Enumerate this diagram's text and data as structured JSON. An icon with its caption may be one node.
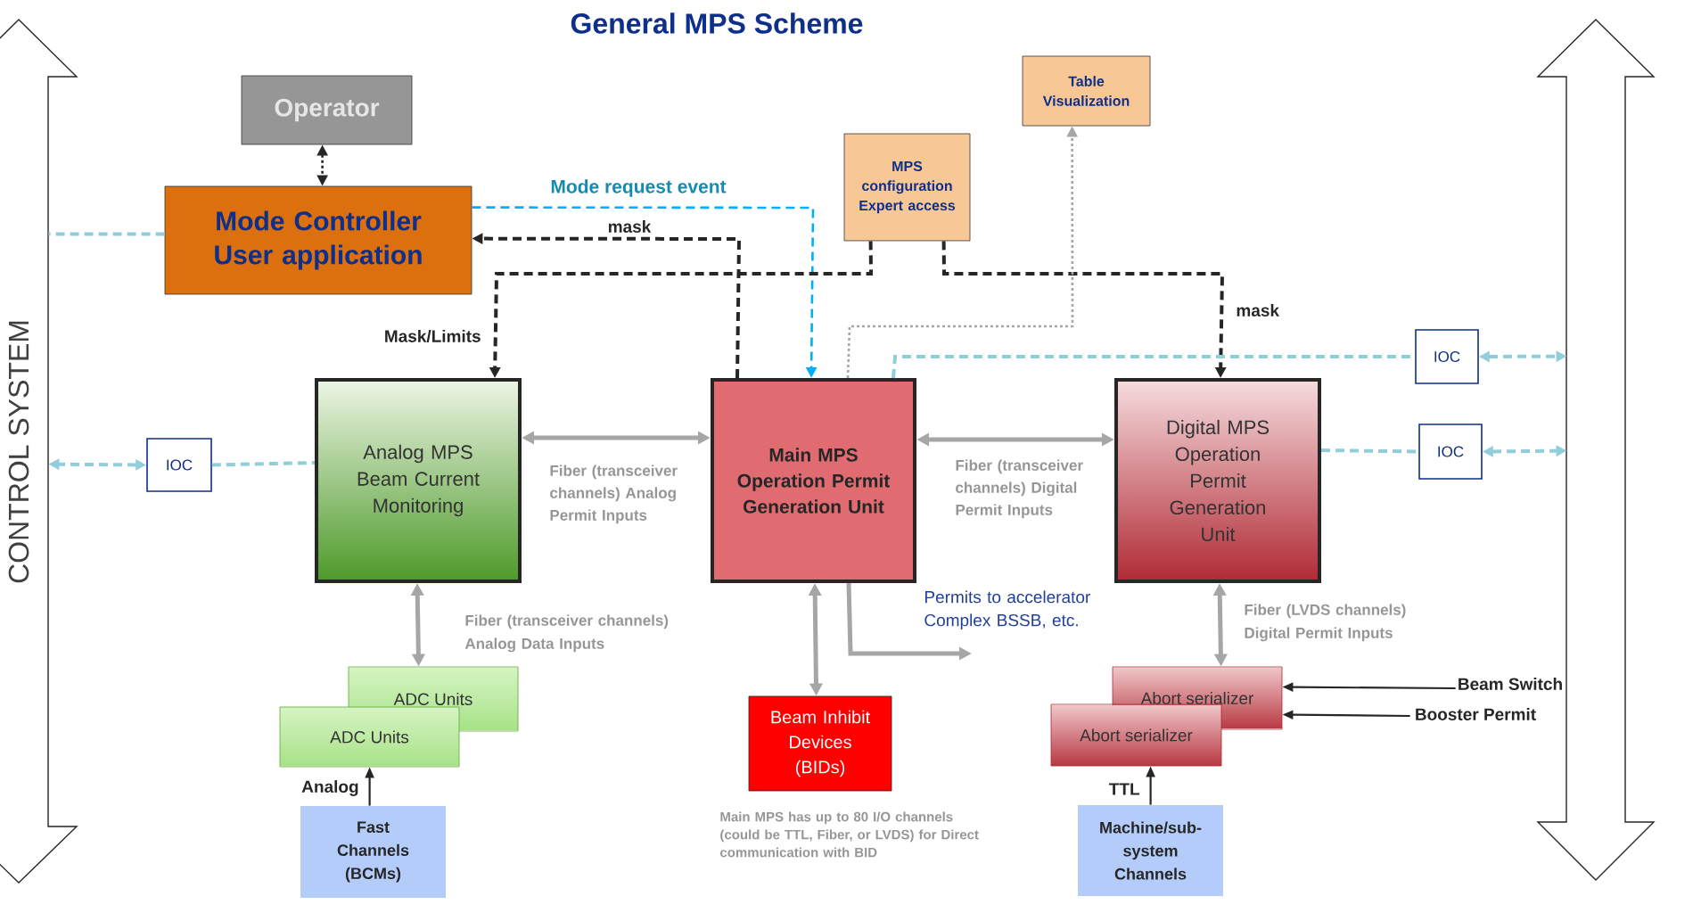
{
  "diagram": {
    "title": "General MPS Scheme",
    "nodes": [
      {
        "text": [
          "Operator"
        ]
      },
      {
        "text": [
          "Mode Controller User application"
        ]
      },
      {
        "text": [
          "MPS configuration Expert access"
        ]
      },
      {
        "text": [
          "Table Visualization"
        ]
      },
      {
        "text": [
          "IOC"
        ]
      },
      {
        "text": [
          "Analog MPS Beam Current Monitoring"
        ]
      },
      {
        "text": [
          "Main MPS Operation Permit Generation Unit"
        ]
      },
      {
        "text": [
          "Digital MPS Operation Permit Generation Unit"
        ]
      },
      {
        "text": [
          "IOC"
        ]
      },
      {
        "text": [
          "IOC"
        ]
      },
      {
        "text": [
          "ADC Units"
        ]
      },
      {
        "text": [
          "ADC Units"
        ]
      },
      {
        "text": [
          "Fast Channels (BCMs)"
        ]
      },
      {
        "text": [
          "Beam Inhibit Devices (BIDs)"
        ]
      },
      {
        "text": [
          "Abort serializer"
        ]
      },
      {
        "text": [
          "Abort serializer"
        ]
      },
      {
        "text": [
          "Machine/sub-system Channels"
        ]
      },
      {
        "text": [
          "Beam Switch"
        ]
      },
      {
        "text": [
          "Booster Permit"
        ]
      },
      {
        "text": [
          "CONTROL SYSTEM"
        ]
      },
      {
        "text": [],
        "shape": "arrow"
      }
    ],
    "edges": [
      {
        "from": 0,
        "to": 1,
        "arrow": "both",
        "style": "dashed"
      },
      {
        "from": 1,
        "to": 19,
        "arrow": "none",
        "style": "dashed",
        "color": "#92cddc"
      },
      {
        "from": 1,
        "to": 6,
        "arrow": "to",
        "label": "Mode request event",
        "style": "dashed",
        "color": "#00b0f0"
      },
      {
        "from": 6,
        "to": 1,
        "arrow": "to",
        "label": "mask",
        "style": "dashed"
      },
      {
        "from": 2,
        "to": 5,
        "arrow": "to",
        "label": "Mask/Limits",
        "style": "dashed"
      },
      {
        "from": 2,
        "to": 7,
        "arrow": "to",
        "label": "mask",
        "style": "dashed"
      },
      {
        "from": 6,
        "to": 3,
        "arrow": "to",
        "style": "dashed",
        "color": "#a6a6a6"
      },
      {
        "from": 6,
        "to": 8,
        "arrow": "none",
        "style": "dashed",
        "color": "#92cddc"
      },
      {
        "from": 8,
        "to": 20,
        "arrow": "both",
        "style": "dashed",
        "color": "#92cddc"
      },
      {
        "from": 4,
        "to": 19,
        "arrow": "both",
        "style": "dashed",
        "color": "#92cddc"
      },
      {
        "from": 4,
        "to": 5,
        "arrow": "none",
        "style": "dashed",
        "color": "#92cddc"
      },
      {
        "from": 7,
        "to": 9,
        "arrow": "none",
        "style": "dashed",
        "color": "#92cddc"
      },
      {
        "from": 9,
        "to": 20,
        "arrow": "both",
        "style": "dashed",
        "color": "#92cddc"
      },
      {
        "from": 5,
        "to": 6,
        "arrow": "both",
        "label": "Fiber (transceiver channels) Analog Permit Inputs",
        "color": "#a6a6a6"
      },
      {
        "from": 6,
        "to": 7,
        "arrow": "both",
        "label": "Fiber (transceiver channels) Digital Permit Inputs",
        "color": "#a6a6a6"
      },
      {
        "from": 5,
        "to": 10,
        "arrow": "both",
        "label": "Fiber (transceiver channels) Analog Data Inputs",
        "color": "#a6a6a6"
      },
      {
        "from": 12,
        "to": 11,
        "arrow": "to",
        "label": "Analog"
      },
      {
        "from": 6,
        "to": 13,
        "arrow": "both",
        "color": "#a6a6a6"
      },
      {
        "from": 6,
        "to": null,
        "arrow": "to",
        "label": "Permits to accelerator Complex BSSB, etc.",
        "color": "#a6a6a6"
      },
      {
        "from": 7,
        "to": 14,
        "arrow": "both",
        "label": "Fiber (LVDS channels) Digital Permit Inputs",
        "color": "#a6a6a6"
      },
      {
        "from": 16,
        "to": 15,
        "arrow": "to",
        "label": "TTL"
      },
      {
        "from": 17,
        "to": 14,
        "arrow": "to"
      },
      {
        "from": 18,
        "to": 14,
        "arrow": "to"
      }
    ],
    "labels": [
      "Main MPS has up to 80 I/O channels (could be TTL, Fiber, or LVDS) for Direct communication with BID"
    ]
  }
}
